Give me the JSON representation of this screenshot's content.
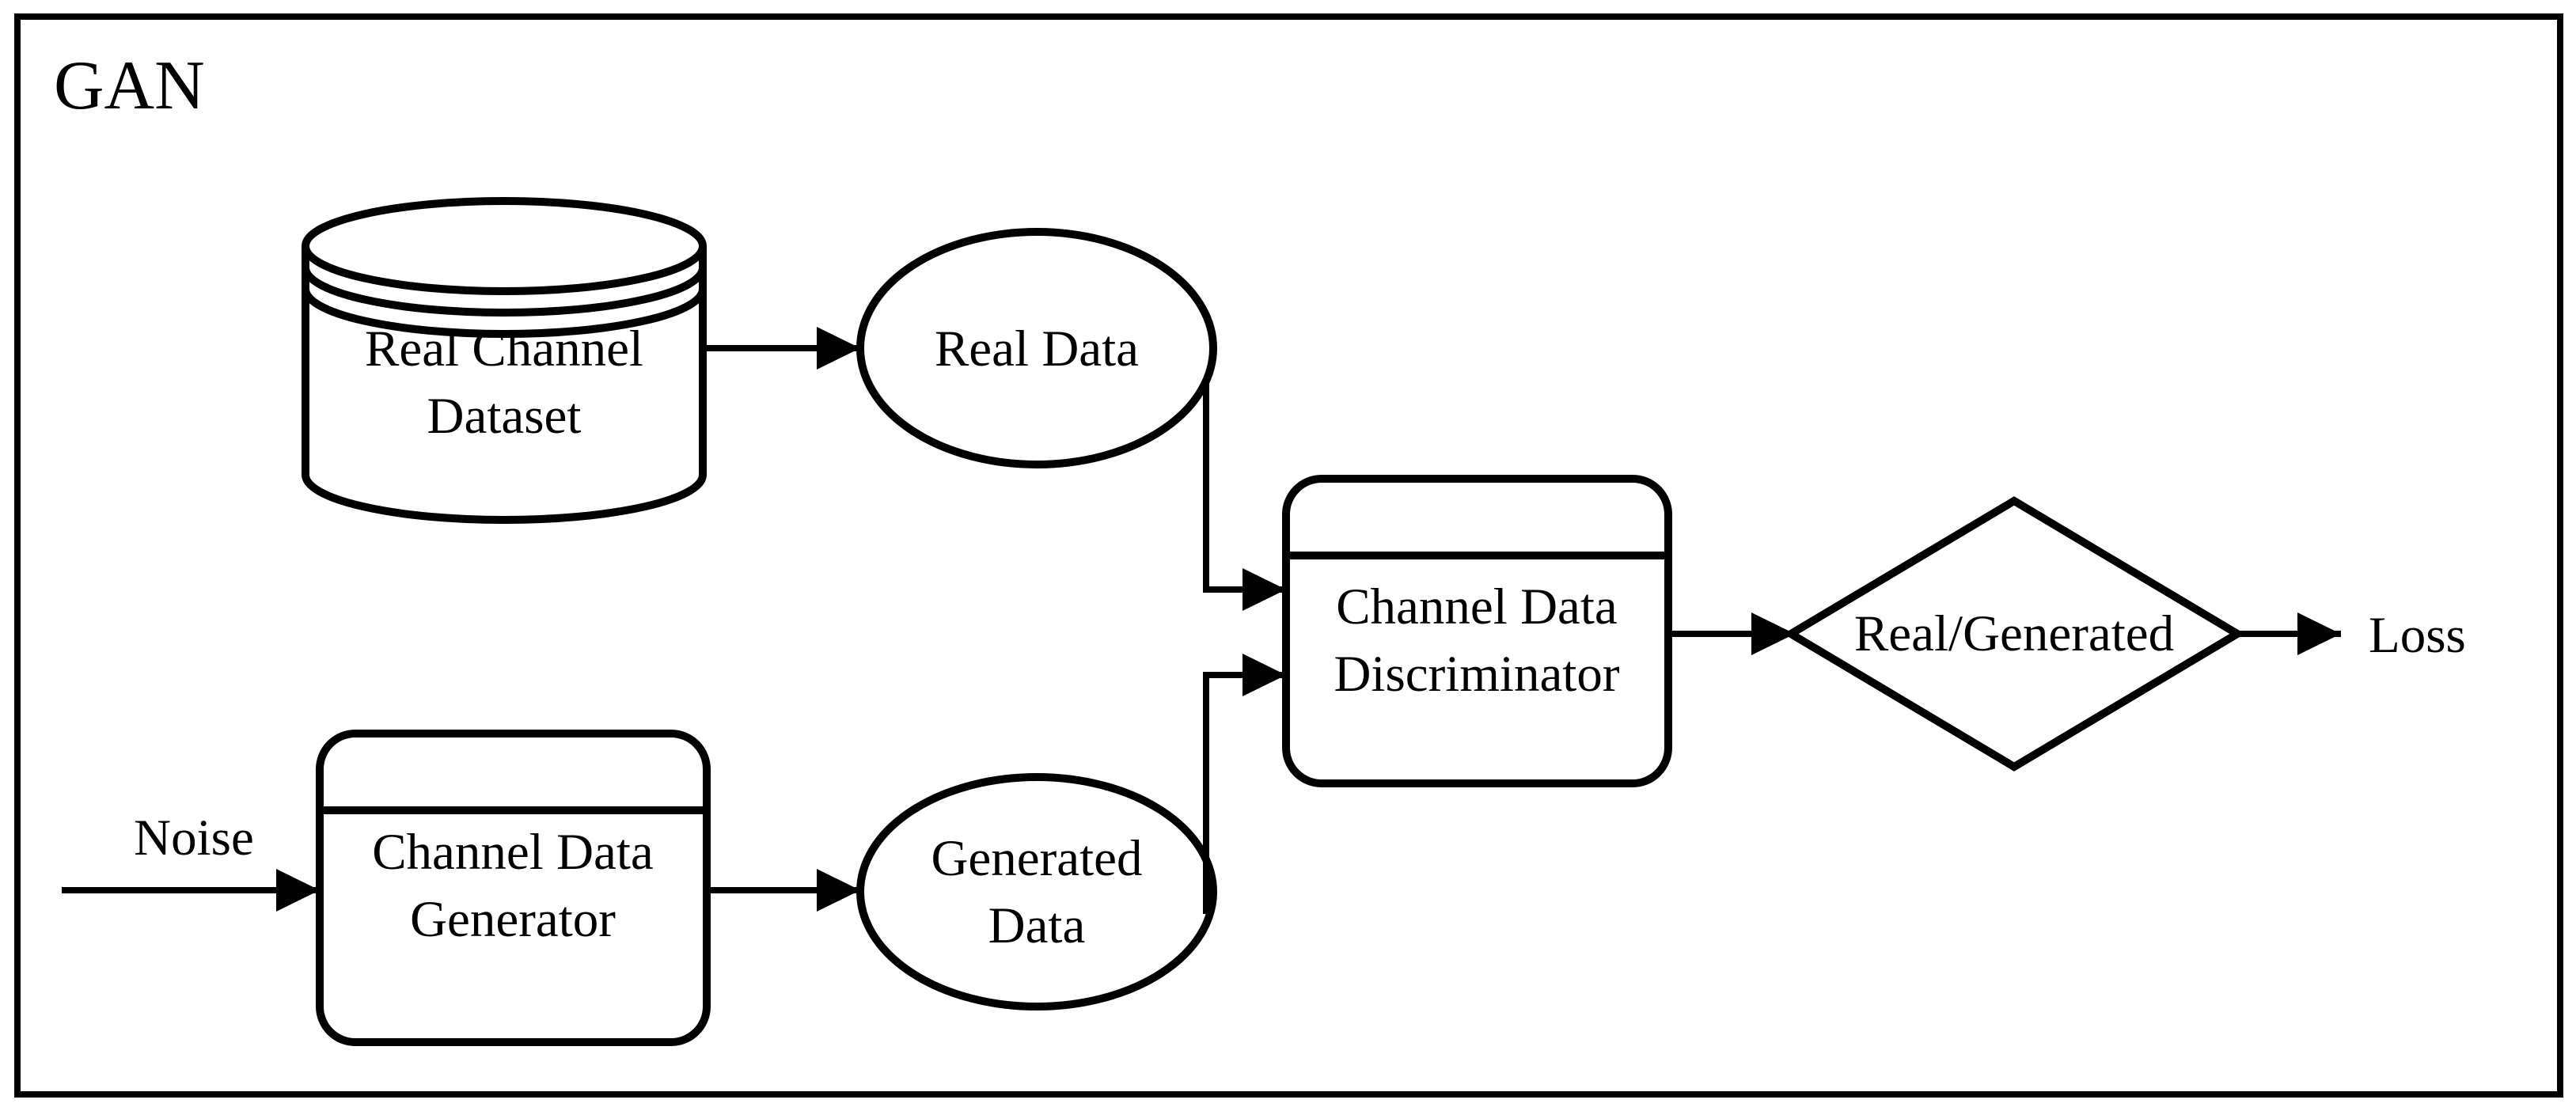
{
  "diagram": {
    "title": "GAN",
    "type": "flowchart",
    "colors": {
      "stroke": "#000000",
      "background": "#ffffff"
    },
    "nodes": {
      "dataset": {
        "type": "cylinder-database",
        "line1": "Real Channel",
        "line2": "Dataset"
      },
      "real_data": {
        "type": "ellipse",
        "label": "Real Data"
      },
      "noise": {
        "type": "text-label",
        "label": "Noise"
      },
      "generator": {
        "type": "process-box",
        "line1": "Channel Data",
        "line2": "Generator"
      },
      "generated_data": {
        "type": "ellipse",
        "line1": "Generated",
        "line2": "Data"
      },
      "discriminator": {
        "type": "process-box",
        "line1": "Channel Data",
        "line2": "Discriminator"
      },
      "decision": {
        "type": "diamond",
        "label": "Real/Generated"
      },
      "loss": {
        "type": "text-label",
        "label": "Loss"
      }
    },
    "edges": [
      {
        "from": "Real Channel Dataset",
        "to": "Real Data",
        "style": "arrow"
      },
      {
        "from": "Noise",
        "to": "Channel Data Generator",
        "style": "arrow"
      },
      {
        "from": "Channel Data Generator",
        "to": "Generated Data",
        "style": "arrow"
      },
      {
        "from": "Real Data",
        "to": "Channel Data Discriminator",
        "style": "arrow"
      },
      {
        "from": "Generated Data",
        "to": "Channel Data Discriminator",
        "style": "arrow"
      },
      {
        "from": "Channel Data Discriminator",
        "to": "Real/Generated",
        "style": "arrow"
      },
      {
        "from": "Real/Generated",
        "to": "Loss",
        "style": "arrow"
      }
    ]
  }
}
